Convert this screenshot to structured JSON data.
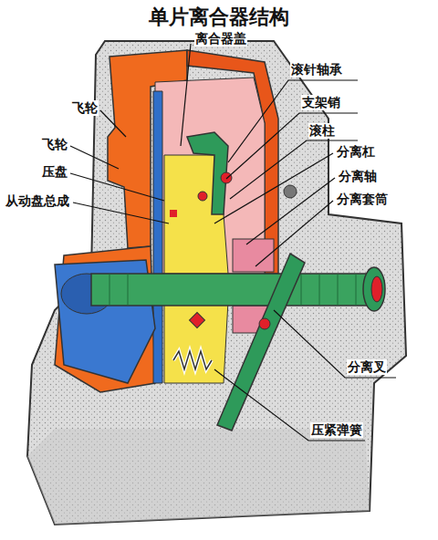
{
  "diagram": {
    "title": "单片离合器结构",
    "labels": [
      "离合器盖",
      "滚针轴承",
      "支架销",
      "滚柱",
      "飞轮",
      "飞轮",
      "压盘",
      "分离杠",
      "分离轴",
      "从动盘总成",
      "分离套筒",
      "分离叉",
      "压紧弹簧"
    ]
  }
}
